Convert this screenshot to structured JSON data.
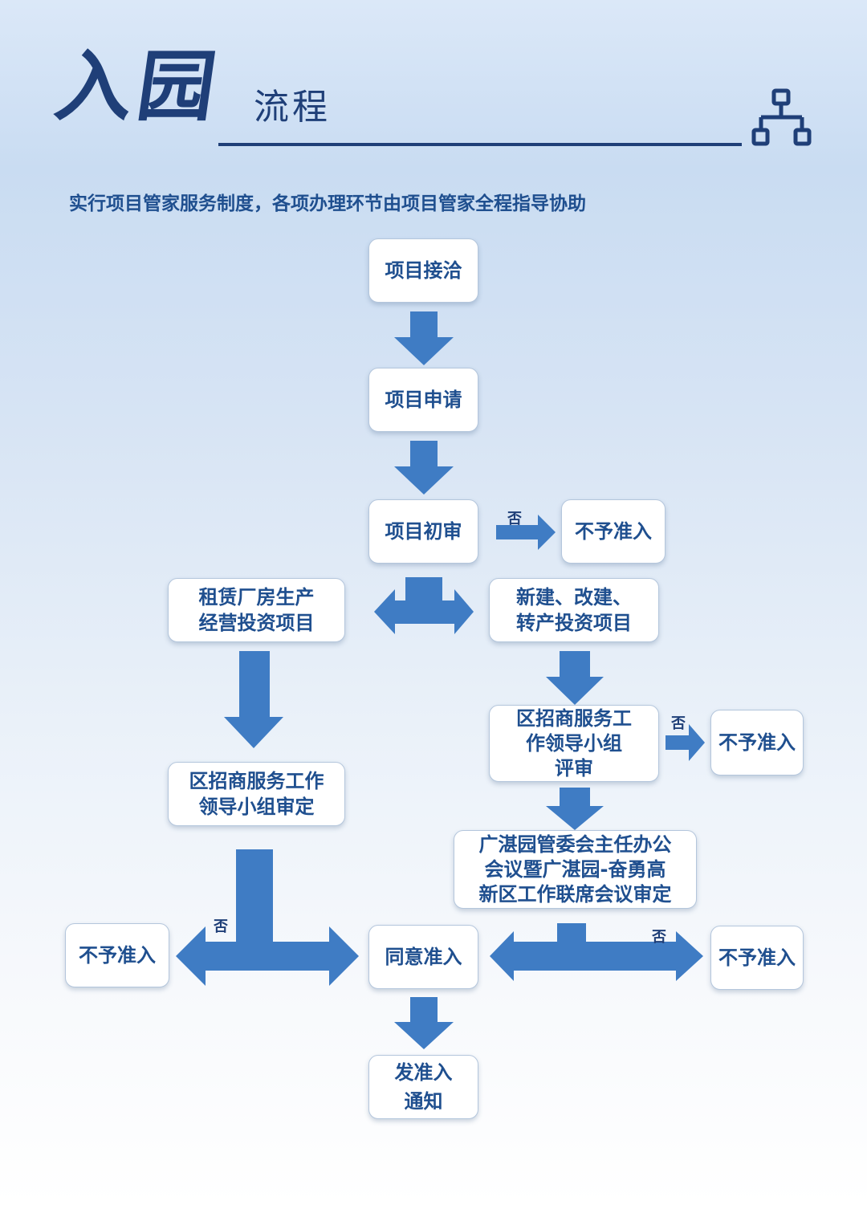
{
  "header": {
    "title_main": "入园",
    "title_sub": "流程",
    "subtitle": "实行项目管家服务制度，各项办理环节由项目管家全程指导协助"
  },
  "icons": {
    "header_icon": "hierarchy-icon"
  },
  "colors": {
    "title": "#1f3f78",
    "text": "#1f4f8f",
    "arrow": "#3f7cc4"
  },
  "flow": {
    "contact": "项目接洽",
    "apply": "项目申请",
    "initial_review": "项目初审",
    "reject_label": "否",
    "reject_1": "不予准入",
    "lease": "租赁厂房生产\n经营投资项目",
    "newbuild": "新建、改建、\n转产投资项目",
    "district_review": "区招商服务工\n作领导小组\n评审",
    "reject_2": "不予准入",
    "district_approve": "区招商服务工作\n领导小组审定",
    "park_meeting": "广湛园管委会主任办公\n会议暨广湛园-奋勇高\n新区工作联席会议审定",
    "reject_left": "不予准入",
    "agree": "同意准入",
    "reject_right": "不予准入",
    "notice": "发准入\n通知"
  }
}
